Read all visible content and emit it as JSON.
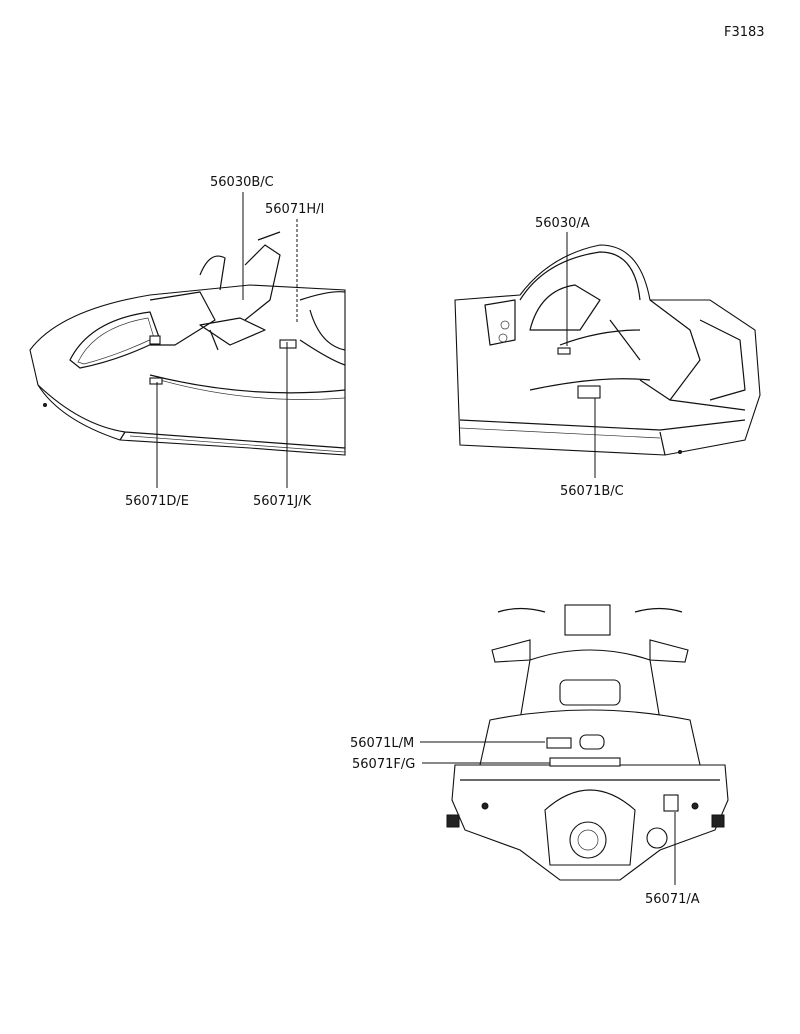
{
  "figure_code": "F3183",
  "views": {
    "left_view": {
      "callouts": [
        "56030B/C",
        "56071H/I",
        "56071D/E",
        "56071J/K"
      ]
    },
    "right_view": {
      "callouts": [
        "56030/A",
        "56071B/C"
      ]
    },
    "rear_view": {
      "callouts": [
        "56071L/M",
        "56071F/G",
        "56071/A"
      ]
    }
  }
}
